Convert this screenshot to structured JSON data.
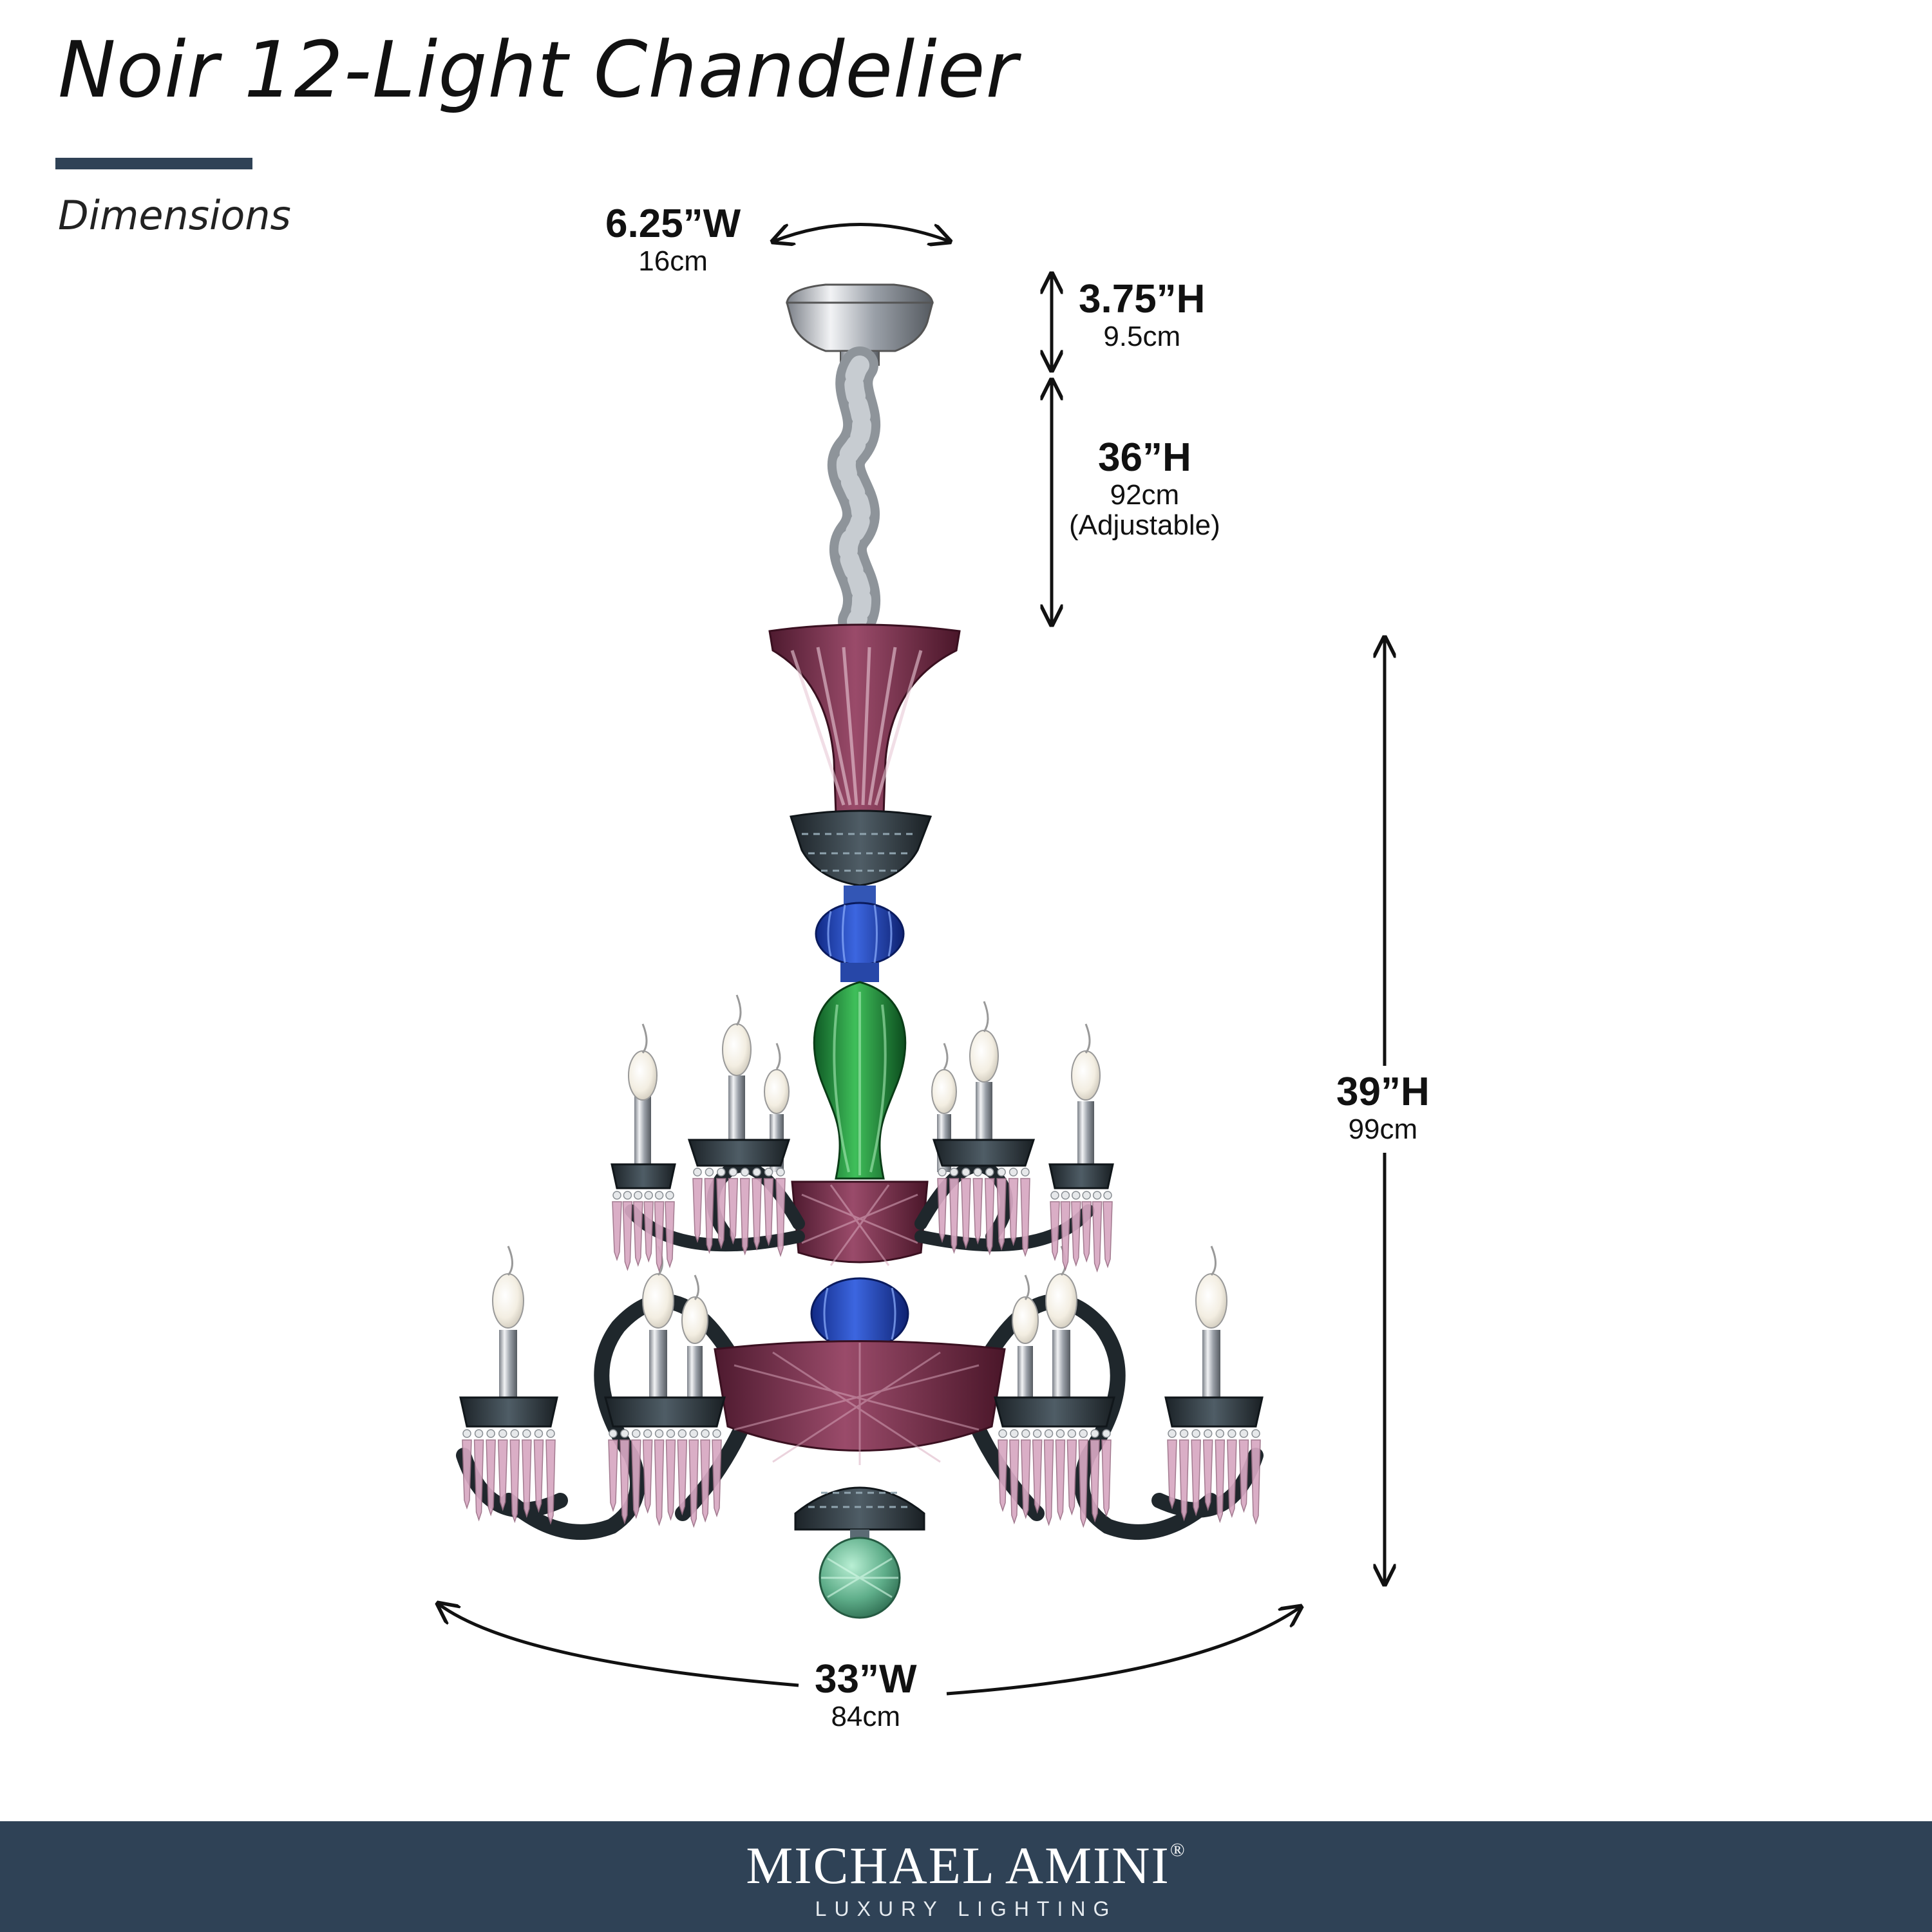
{
  "title": "Noir 12-Light Chandelier",
  "subtitle": "Dimensions",
  "dimensions": {
    "canopy_width": {
      "imperial": "6.25”W",
      "metric": "16cm"
    },
    "canopy_height": {
      "imperial": "3.75”H",
      "metric": "9.5cm"
    },
    "chain_height": {
      "imperial": "36”H",
      "metric": "92cm",
      "note": "(Adjustable)"
    },
    "body_height": {
      "imperial": "39”H",
      "metric": "99cm"
    },
    "body_width": {
      "imperial": "33”W",
      "metric": "84cm"
    }
  },
  "brand": {
    "name": "MICHAEL AMINI",
    "registered": "®",
    "tagline": "LUXURY LIGHTING"
  },
  "colors": {
    "footer": "#2f4256",
    "accent_rule": "#2f4256",
    "amethyst": "#6e2a44",
    "cobalt": "#1f3fb0",
    "emerald": "#1f8a3a",
    "smoke": "#2f3a40",
    "pink_crystal": "#d7a8c2",
    "mint": "#5fae8a",
    "chrome": "#c9ccd1"
  }
}
